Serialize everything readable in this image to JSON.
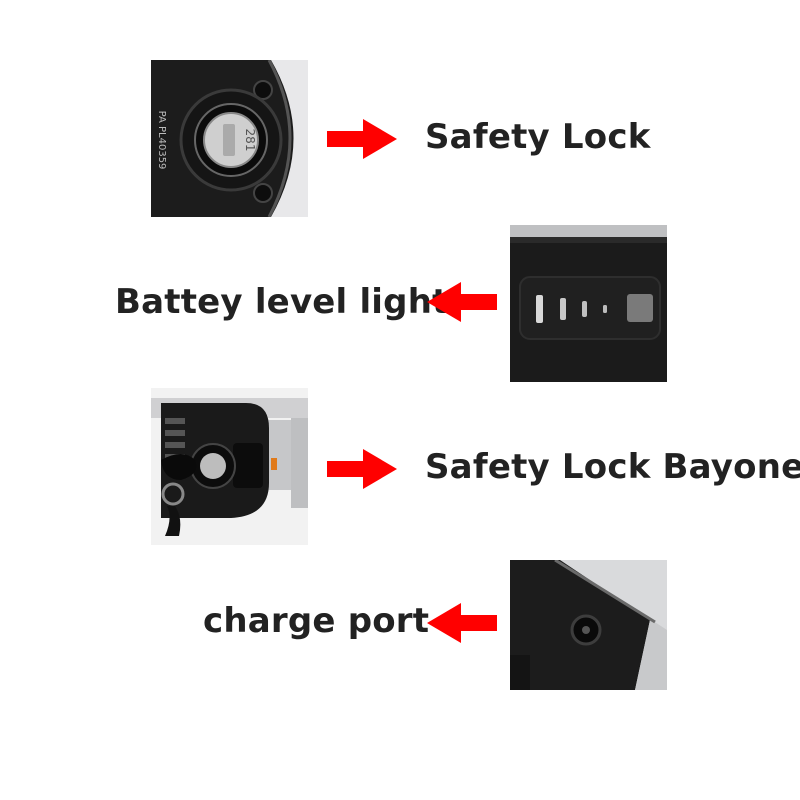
{
  "colors": {
    "arrow": "#ff0000",
    "text": "#222222",
    "casing": "#1c1c1c",
    "metal": "#d9dadc",
    "led": "#d8d8d8"
  },
  "callouts": [
    {
      "label": "Safety Lock",
      "arrow_direction": "right",
      "photo": "safety-lock-keyhole",
      "stamp": "PA  PL40359",
      "lock_number": "281"
    },
    {
      "label": "Battey level light",
      "arrow_direction": "left",
      "photo": "battery-level-leds"
    },
    {
      "label": "Safety Lock Bayonet",
      "arrow_direction": "right",
      "photo": "lock-with-key"
    },
    {
      "label": "charge port",
      "arrow_direction": "left",
      "photo": "charge-port-socket"
    }
  ],
  "icons": {
    "arrow_right": "arrow-right-icon",
    "arrow_left": "arrow-left-icon"
  }
}
